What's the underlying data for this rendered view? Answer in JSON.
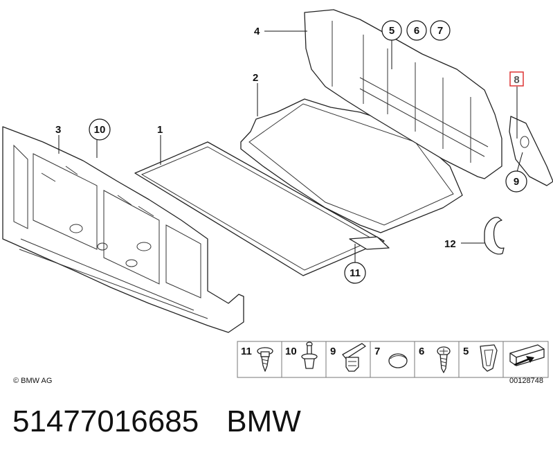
{
  "diagram": {
    "callouts": {
      "c1": "1",
      "c2": "2",
      "c3": "3",
      "c4": "4",
      "c5": "5",
      "c6": "6",
      "c7": "7",
      "c8": "8",
      "c9": "9",
      "c10": "10",
      "c11": "11",
      "c12": "12"
    },
    "fastener_strip": [
      "11",
      "10",
      "9",
      "7",
      "6",
      "5"
    ],
    "copyright": "© BMW AG",
    "drawing_number": "00128748",
    "highlight_color": "#dd3333"
  },
  "footer": {
    "part_number": "51477016685",
    "brand": "BMW"
  }
}
